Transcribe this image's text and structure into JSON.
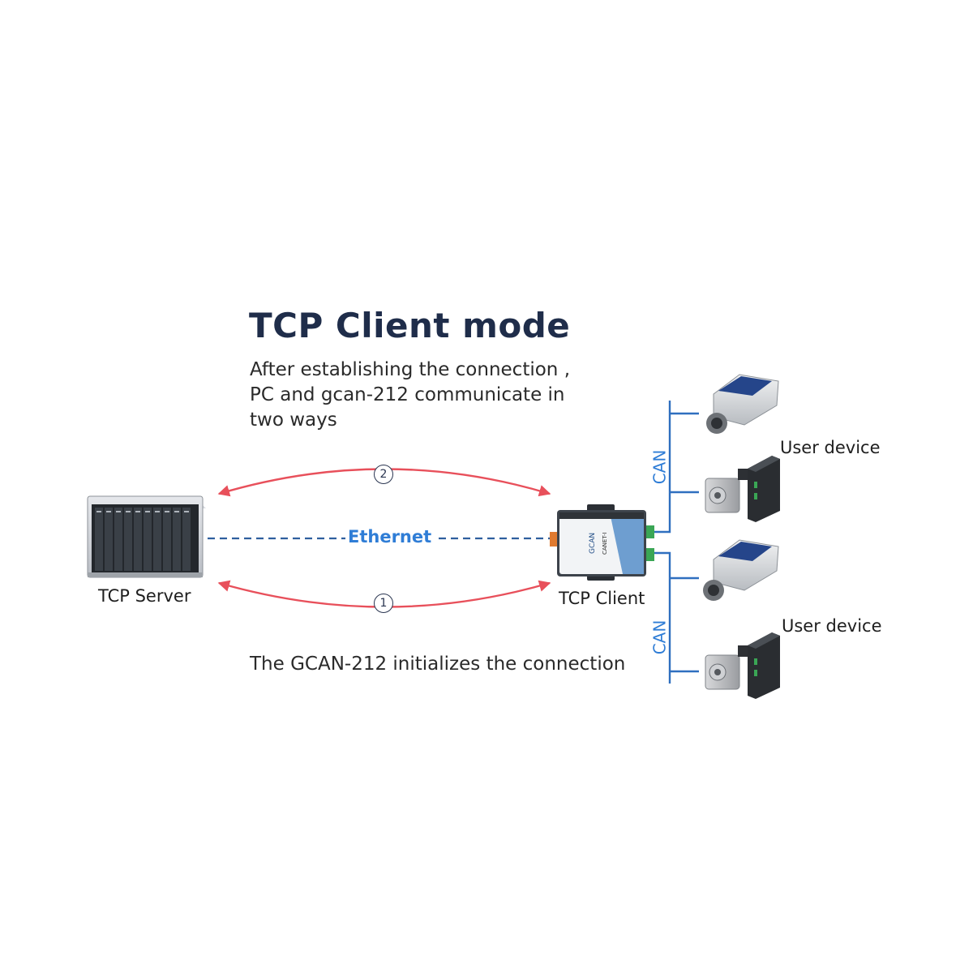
{
  "title": "TCP Client mode",
  "description": {
    "line1": "After establishing the connection ,",
    "line2": "PC and gcan-212 communicate in",
    "line3": "two ways"
  },
  "server_label": "TCP Server",
  "client_label": "TCP Client",
  "ethernet_label": "Ethernet",
  "step_badges": {
    "top": "2",
    "bottom": "1"
  },
  "can_labels": [
    "CAN",
    "CAN"
  ],
  "user_device_labels": [
    "User device",
    "User device"
  ],
  "footer_text": "The GCAN-212 initializes the connection",
  "device_brand": "GCAN",
  "device_model": "CANET-I",
  "colors": {
    "title": "#1f2d4a",
    "accent_blue": "#2f7dd6",
    "arrow_red": "#e8505b",
    "bus_blue": "#2f6fbf",
    "connector_green": "#3aa655",
    "connector_orange": "#e07a2f"
  }
}
